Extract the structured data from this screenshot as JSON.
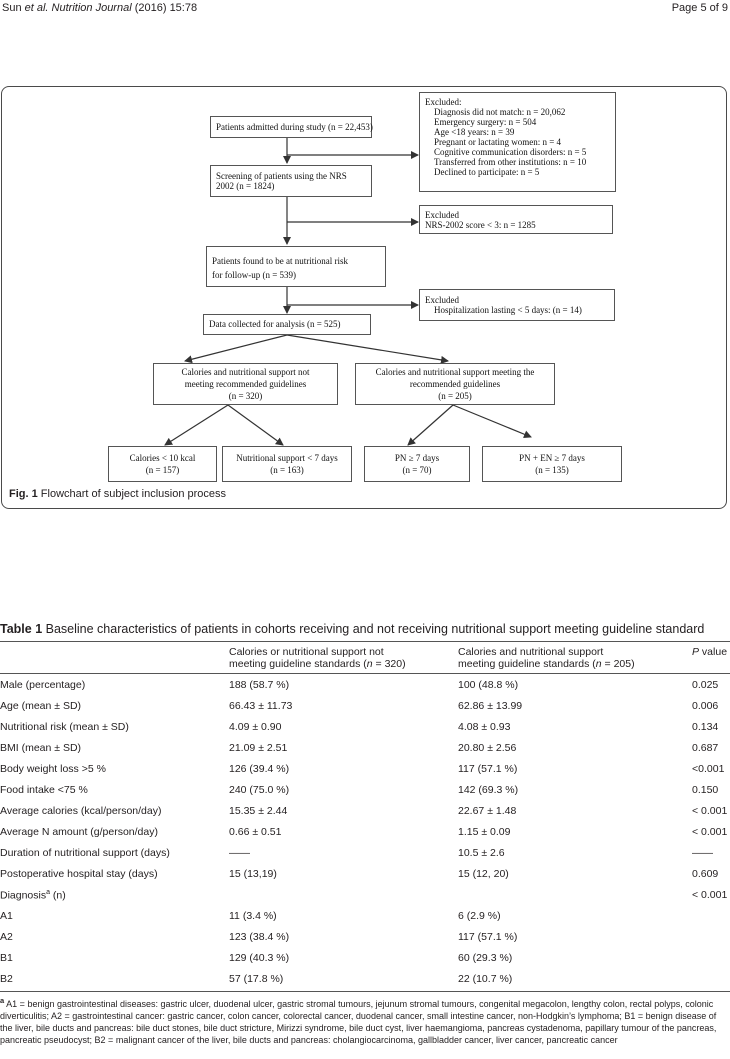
{
  "header": {
    "left_prefix": "Sun ",
    "left_etal": "et al.",
    "left_journal": " Nutrition Journal",
    "left_rest": "  (2016) 15:78",
    "right": "Page 5 of 9"
  },
  "figure": {
    "boxes": {
      "admitted": "Patients admitted during study (n = 22,453)",
      "excluded1": [
        "Excluded:",
        "Diagnosis did not match: n = 20,062",
        "Emergency surgery: n = 504",
        "Age <18 years: n = 39",
        "Pregnant or lactating women: n = 4",
        "Cognitive communication disorders: n = 5",
        "Transferred from other institutions: n = 10",
        "Declined to participate: n = 5"
      ],
      "screening": [
        "Screening of patients using the NRS",
        "2002 (n = 1824)"
      ],
      "excluded2": [
        "Excluded",
        "NRS-2002 score < 3: n = 1285"
      ],
      "risk": [
        "Patients found to be at nutritional risk",
        "for follow-up (n = 539)"
      ],
      "excluded3": [
        "Excluded",
        "Hospitalization lasting < 5 days: (n = 14)"
      ],
      "analysis": "Data collected for analysis (n = 525)",
      "not_meeting": [
        "Calories and nutritional support not",
        "meeting recommended guidelines",
        "(n = 320)"
      ],
      "meeting": [
        "Calories and nutritional support meeting the",
        "recommended guidelines",
        "(n = 205)"
      ],
      "calories": [
        "Calories < 10 kcal",
        "(n = 157)"
      ],
      "nutr_support": [
        "Nutritional support < 7 days",
        "(n = 163)"
      ],
      "pn": [
        "PN ≥ 7 days",
        "(n = 70)"
      ],
      "pn_en": [
        "PN + EN ≥ 7 days",
        "(n = 135)"
      ]
    },
    "caption_label": "Fig. 1",
    "caption_text": " Flowchart of subject inclusion process"
  },
  "table": {
    "title_label": "Table 1",
    "title_text": " Baseline characteristics of patients in cohorts receiving and not receiving nutritional support meeting guideline standard",
    "headers": {
      "col1_line1": "Calories or nutritional support not",
      "col1_line2_pre": "meeting guideline standards (",
      "col1_n": "n",
      "col1_line2_post": " = 320)",
      "col2_line1": "Calories and nutritional support",
      "col2_line2_pre": "meeting guideline standards (",
      "col2_n": "n",
      "col2_line2_post": " = 205)",
      "col3_p": "P",
      "col3_rest": " value"
    },
    "rows": [
      {
        "label": "Male (percentage)",
        "a": "188 (58.7 %)",
        "b": "100 (48.8 %)",
        "p": "0.025"
      },
      {
        "label": "Age (mean ± SD)",
        "a": "66.43 ± 11.73",
        "b": "62.86 ± 13.99",
        "p": "0.006"
      },
      {
        "label": "Nutritional risk (mean ± SD)",
        "a": "4.09 ± 0.90",
        "b": "4.08 ± 0.93",
        "p": "0.134"
      },
      {
        "label": "BMI (mean ± SD)",
        "a": "21.09 ± 2.51",
        "b": "20.80 ± 2.56",
        "p": "0.687"
      },
      {
        "label": "Body weight loss >5 %",
        "a": "126 (39.4 %)",
        "b": "117 (57.1 %)",
        "p": "<0.001"
      },
      {
        "label": "Food intake <75 %",
        "a": "240 (75.0 %)",
        "b": "142 (69.3 %)",
        "p": "0.150"
      },
      {
        "label": "Average calories (kcal/person/day)",
        "a": "15.35 ± 2.44",
        "b": "22.67 ± 1.48",
        "p": "< 0.001"
      },
      {
        "label": "Average N amount (g/person/day)",
        "a": "0.66 ± 0.51",
        "b": "1.15 ± 0.09",
        "p": "< 0.001"
      },
      {
        "label": "Duration of nutritional support (days)",
        "a": "——",
        "b": "10.5 ± 2.6",
        "p": "——"
      },
      {
        "label": "Postoperative hospital stay (days)",
        "a": "15 (13,19)",
        "b": "15 (12, 20)",
        "p": "0.609"
      },
      {
        "label": "Diagnosis",
        "sup": "a",
        "label_rest": " (n)",
        "a": "",
        "b": "",
        "p": "< 0.001"
      },
      {
        "label": "A1",
        "a": "11 (3.4 %)",
        "b": "6 (2.9 %)",
        "p": ""
      },
      {
        "label": "A2",
        "a": "123 (38.4 %)",
        "b": "117 (57.1 %)",
        "p": ""
      },
      {
        "label": "B1",
        "a": "129 (40.3 %)",
        "b": "60 (29.3 %)",
        "p": ""
      },
      {
        "label": "B2",
        "a": "57 (17.8 %)",
        "b": "22 (10.7 %)",
        "p": ""
      }
    ],
    "footnote_mark": "a",
    "footnote": " A1 = benign gastrointestinal diseases: gastric ulcer, duodenal ulcer, gastric stromal tumours, jejunum stromal tumours, congenital megacolon, lengthy colon, rectal polyps, colonic diverticulitis; A2 = gastrointestinal cancer: gastric cancer, colon cancer, colorectal cancer, duodenal cancer, small intestine cancer, non-Hodgkin’s lymphoma; B1 = benign disease of the liver, bile ducts and pancreas: bile duct stones, bile duct stricture, Mirizzi syndrome, bile duct cyst, liver haemangioma, pancreas cystadenoma, papillary tumour of the pancreas, pancreatic pseudocyst; B2 = malignant cancer of the liver, bile ducts and pancreas: cholangiocarcinoma, gallbladder cancer, liver cancer, pancreatic cancer"
  }
}
